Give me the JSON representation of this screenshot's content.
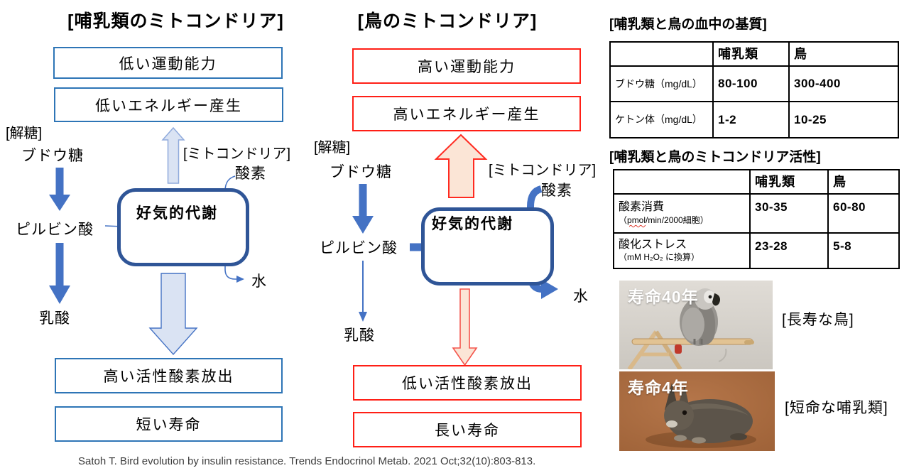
{
  "colors": {
    "thin_box_blue": "#2E75B6",
    "mito_navy": "#2F5597",
    "arrow_blue": "#4472C4",
    "light_blue_fill": "#DAE3F3",
    "light_blue_stroke": "#8FAADC",
    "red": "#FF1F16",
    "salmon": "#F4544C",
    "peach_fill": "#FBE5D6"
  },
  "left_diagram": {
    "title": "[哺乳類のミトコンドリア]",
    "capacity_box": "低い運動能力",
    "energy_box": "低いエネルギー産生",
    "glycolysis_label": "[解糖]",
    "glucose": "ブドウ糖",
    "pyruvate": "ピルビン酸",
    "lactate": "乳酸",
    "mitochondria_label": "[ミトコンドリア]",
    "oxygen": "酸素",
    "aerobic": "好気的代謝",
    "water": "水",
    "ros_box": "高い活性酸素放出",
    "lifespan_box": "短い寿命"
  },
  "middle_diagram": {
    "title": "[鳥のミトコンドリア]",
    "capacity_box": "高い運動能力",
    "energy_box": "高いエネルギー産生",
    "glycolysis_label": "[解糖]",
    "glucose": "ブドウ糖",
    "pyruvate": "ピルビン酸",
    "lactate": "乳酸",
    "mitochondria_label": "[ミトコンドリア]",
    "oxygen": "酸素",
    "aerobic": "好気的代謝",
    "water": "水",
    "ros_box": "低い活性酸素放出",
    "lifespan_box": "長い寿命"
  },
  "tables": {
    "blood": {
      "title": "[哺乳類と鳥の血中の基質]",
      "headers": [
        "哺乳類",
        "鳥"
      ],
      "rows": [
        {
          "label": "ブドウ糖（mg/dL）",
          "mammal": "80-100",
          "bird": "300-400"
        },
        {
          "label": "ケトン体（mg/dL）",
          "mammal": "1-2",
          "bird": "10-25"
        }
      ]
    },
    "mito": {
      "title": "[哺乳類と鳥のミトコンドリア活性]",
      "headers": [
        "哺乳類",
        "鳥"
      ],
      "rows": [
        {
          "label": "酸素消費",
          "sub_pre": "（",
          "sub_wavy": "pmol",
          "sub_post": "/min/2000細胞）",
          "mammal": "30-35",
          "bird": "60-80"
        },
        {
          "label": "酸化ストレス",
          "sub": "（mM H₂O₂ に換算）",
          "mammal": "23-28",
          "bird": "5-8"
        }
      ]
    }
  },
  "photos": {
    "bird": {
      "overlay": "寿命40年",
      "caption": "[長寿な鳥]"
    },
    "mammal": {
      "overlay": "寿命4年",
      "caption": "[短命な哺乳類]"
    }
  },
  "citation": "Satoh T. Bird evolution by insulin resistance. Trends Endocrinol Metab. 2021 Oct;32(10):803-813."
}
